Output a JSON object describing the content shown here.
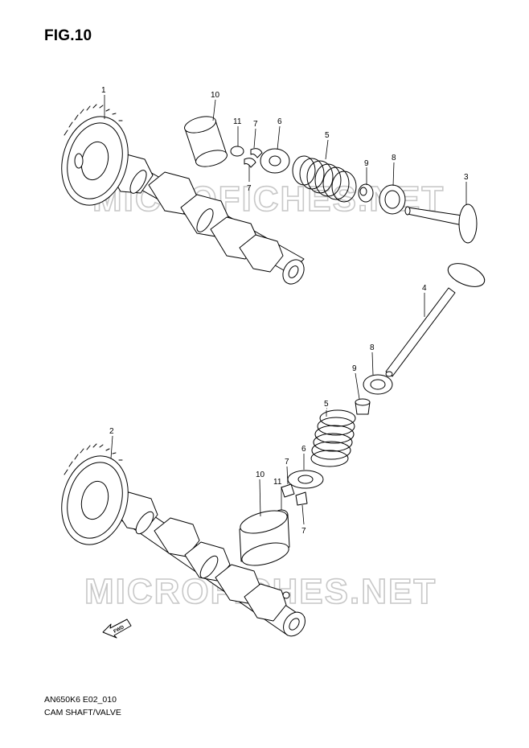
{
  "figure": {
    "title": "FIG.10",
    "code": "AN650K6 E02_010",
    "description": "CAM SHAFT/VALVE"
  },
  "watermark": {
    "text": "MICROFICHES.NET",
    "color": "#c8c8c8"
  },
  "direction_marker": {
    "text": "FWD",
    "icon": "forward-arrow-icon"
  },
  "callouts": {
    "upper": {
      "p1": "1",
      "p10": "10",
      "p11": "11",
      "p7a": "7",
      "p7b": "7",
      "p6": "6",
      "p5": "5",
      "p9": "9",
      "p8": "8",
      "p3": "3"
    },
    "lower": {
      "p2": "2",
      "p4": "4",
      "p8": "8",
      "p9": "9",
      "p5": "5",
      "p6": "6",
      "p7a": "7",
      "p7b": "7",
      "p11": "11",
      "p10": "10"
    }
  }
}
